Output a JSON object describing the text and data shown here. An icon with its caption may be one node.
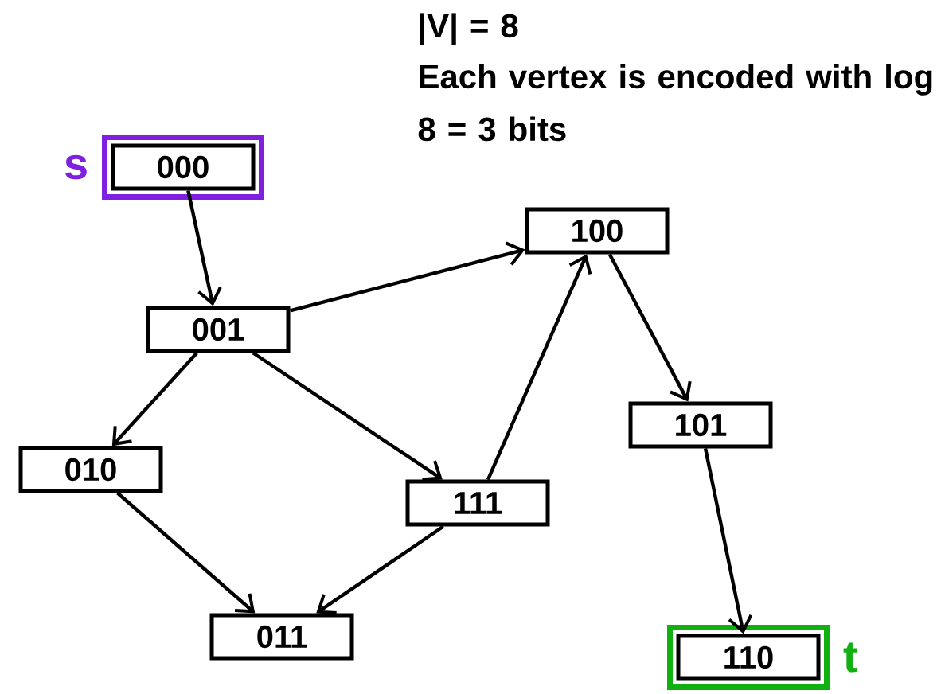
{
  "diagram": {
    "nodes": [
      {
        "text": [
          "000"
        ],
        "beside": [
          "s"
        ]
      },
      {
        "text": [
          "100"
        ]
      },
      {
        "text": [
          "001"
        ]
      },
      {
        "text": [
          "101"
        ]
      },
      {
        "text": [
          "010"
        ]
      },
      {
        "text": [
          "111"
        ]
      },
      {
        "text": [
          "011"
        ]
      },
      {
        "text": [
          "110"
        ],
        "beside": [
          "t"
        ]
      }
    ],
    "edges": [
      {
        "from": 0,
        "to": 2,
        "arrow": "to"
      },
      {
        "from": 2,
        "to": 1,
        "arrow": "to"
      },
      {
        "from": 2,
        "to": 4,
        "arrow": "to"
      },
      {
        "from": 2,
        "to": 5,
        "arrow": "to"
      },
      {
        "from": 5,
        "to": 1,
        "arrow": "to"
      },
      {
        "from": 1,
        "to": 3,
        "arrow": "to"
      },
      {
        "from": 4,
        "to": 6,
        "arrow": "to"
      },
      {
        "from": 5,
        "to": 6,
        "arrow": "to"
      },
      {
        "from": 3,
        "to": 7,
        "arrow": "to"
      }
    ],
    "labels": [
      "|V| = 8",
      "Each vertex is encoded with log 8 = 3 bits"
    ]
  }
}
